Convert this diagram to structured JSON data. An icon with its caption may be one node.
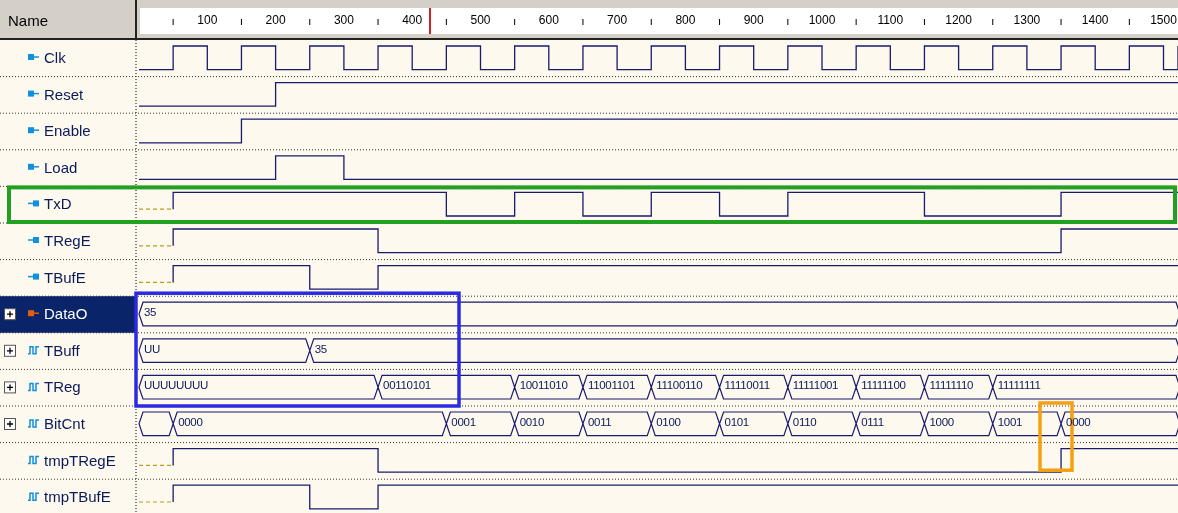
{
  "diagram": {
    "labels": [
      "Name",
      "100",
      "200",
      "300",
      "400",
      "500",
      "600",
      "700",
      "800",
      "900",
      "1000",
      "1100",
      "1200",
      "1300",
      "1400",
      "1500",
      "Clk",
      "Reset",
      "Enable",
      "Load",
      "TxD",
      "TRegE",
      "TBufE",
      "DataO",
      "35",
      "TBuff",
      "UU",
      "35",
      "TReg",
      "UUUUUUUU",
      "00110101",
      "10011010",
      "11001101",
      "11100110",
      "11110011",
      "11111001",
      "11111100",
      "11111110",
      "11111111",
      "BitCnt",
      "0000",
      "0001",
      "0010",
      "0011",
      "0100",
      "0101",
      "0110",
      "0111",
      "1000",
      "1001",
      "0000",
      "tmpTRegE",
      "tmpTBufE"
    ]
  }
}
